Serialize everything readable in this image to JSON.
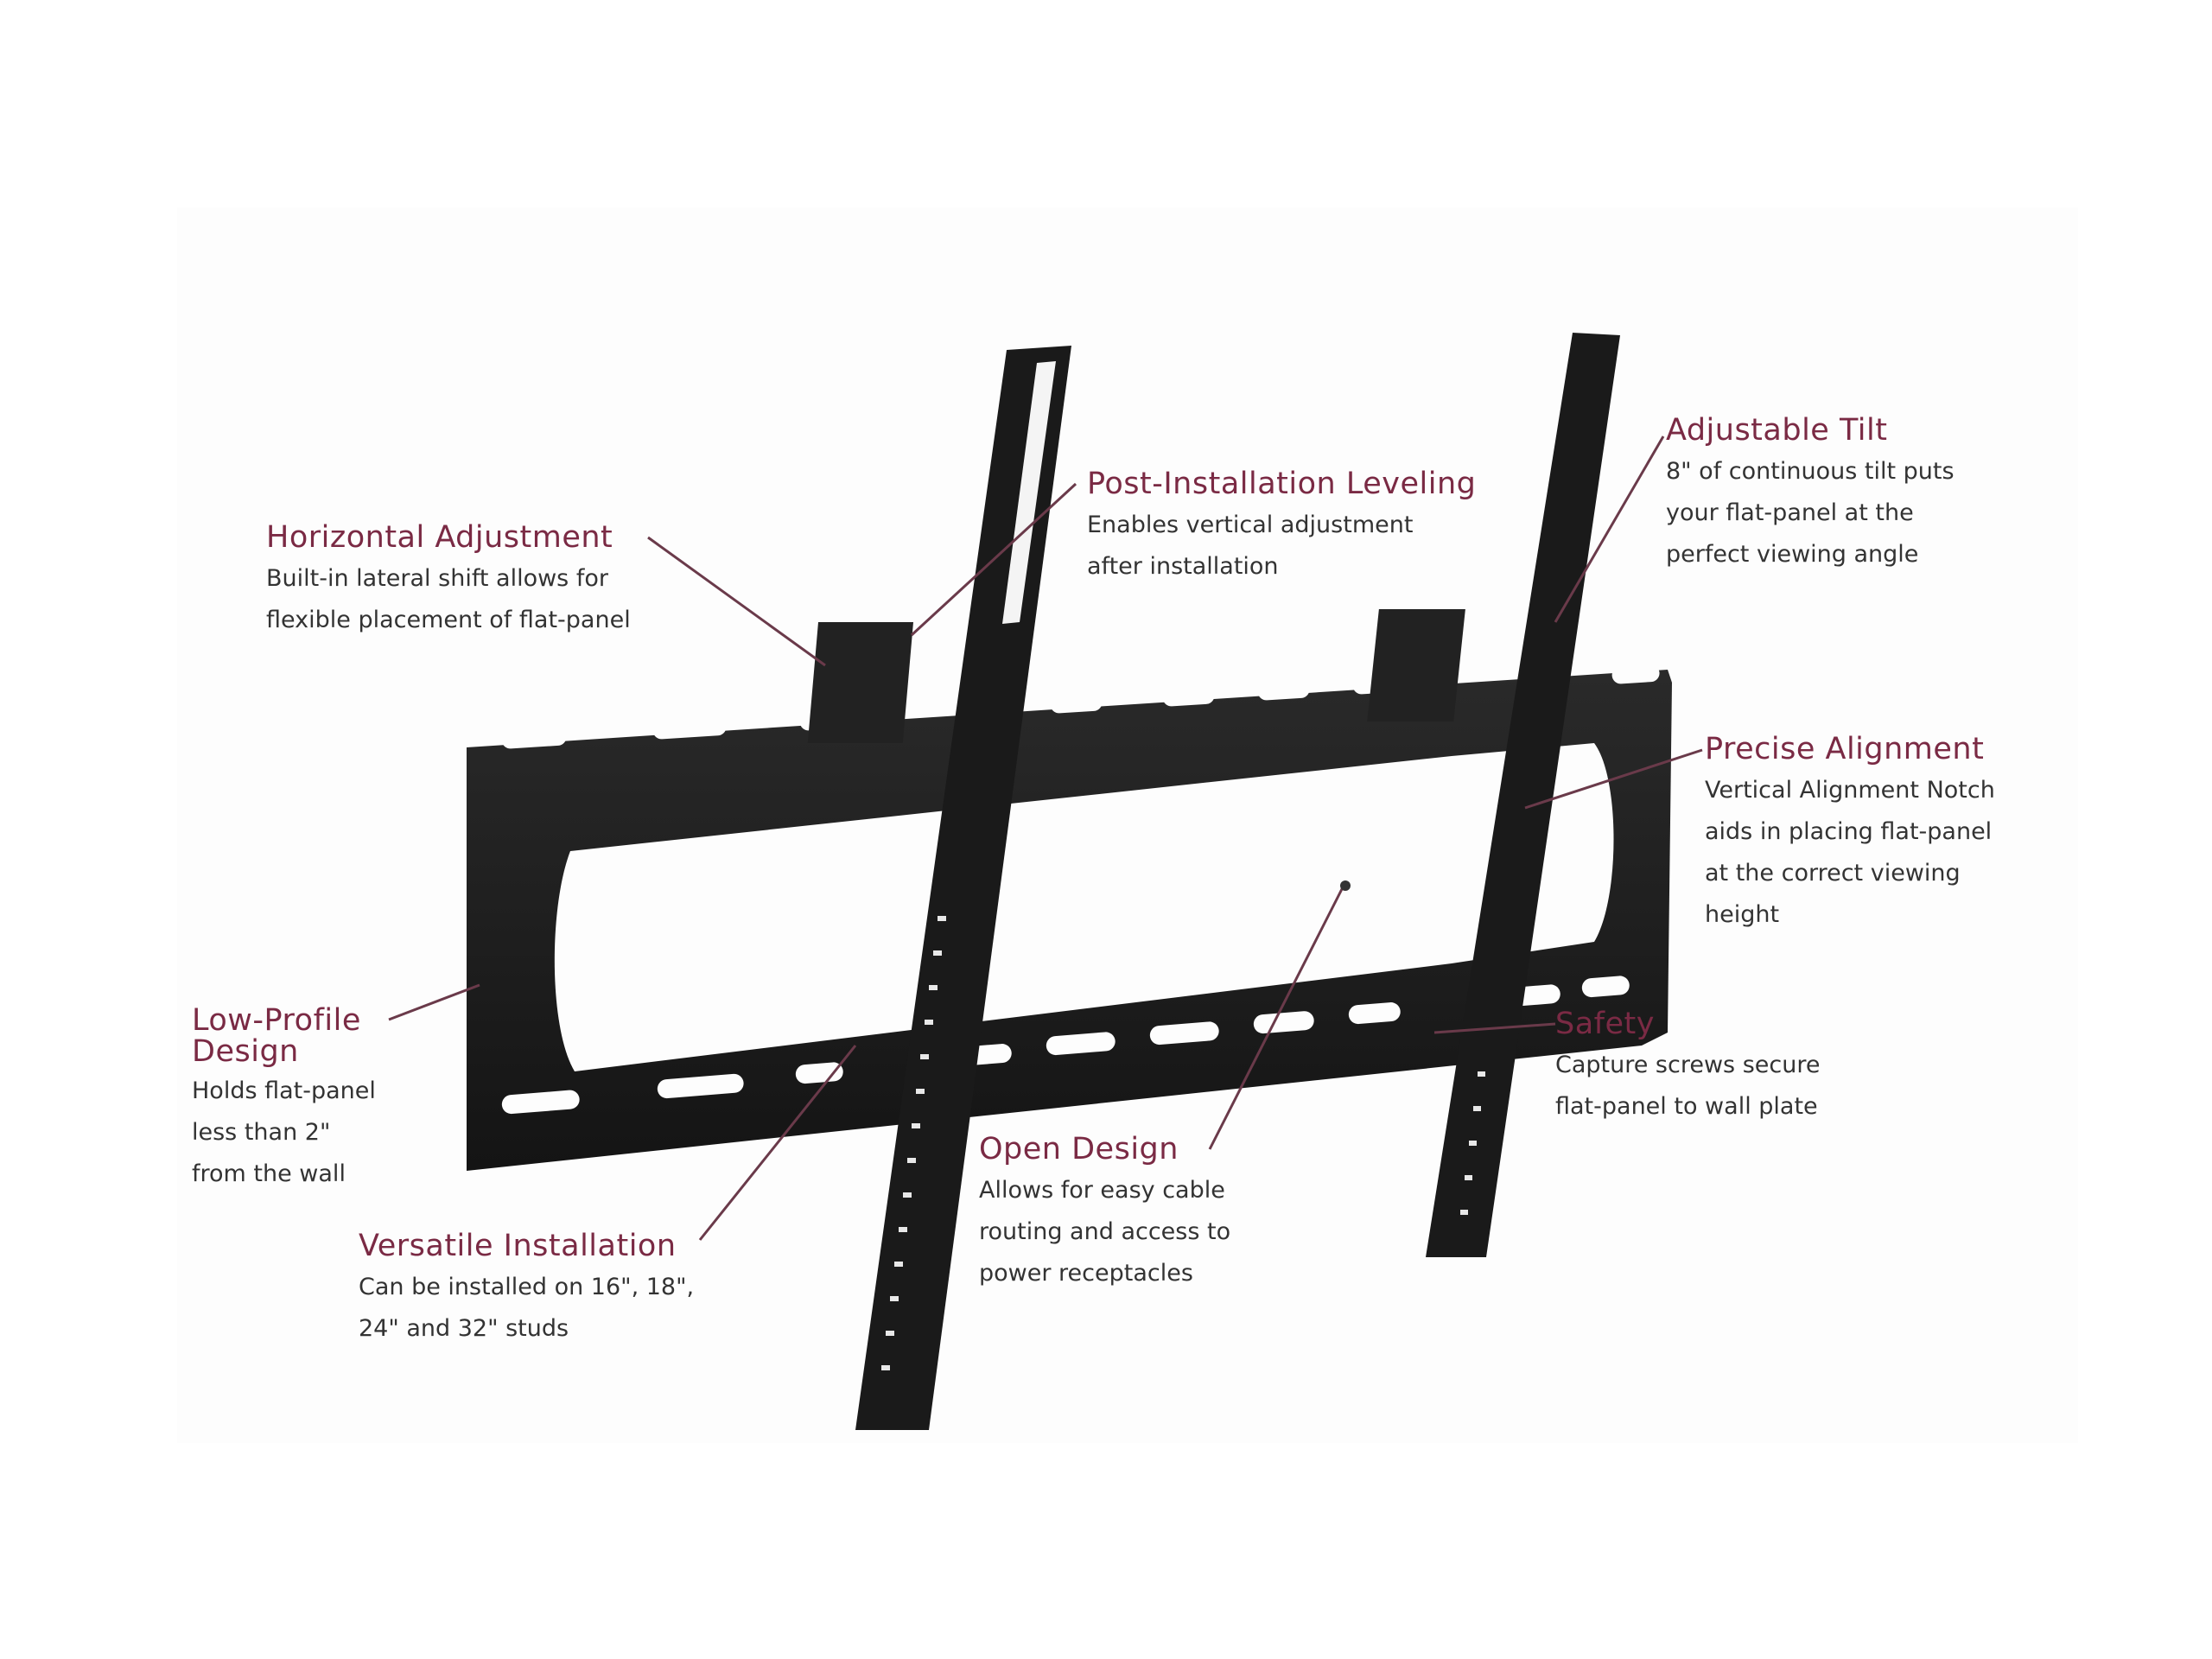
{
  "diagram": {
    "subject": "Tilting flat-panel TV wall mount",
    "colors": {
      "title_accent": "#7a2a44",
      "body_text": "#333333",
      "mount_metal": "#1c1c1c",
      "leader_line": "#6a3a4a",
      "background": "#ffffff"
    },
    "callouts": [
      {
        "id": "horizontal-adjustment",
        "title": "Horizontal Adjustment",
        "lines": [
          "Built-in lateral shift allows for",
          "flexible placement of flat-panel"
        ]
      },
      {
        "id": "post-installation-leveling",
        "title": "Post-Installation Leveling",
        "lines": [
          "Enables vertical adjustment",
          "after installation"
        ]
      },
      {
        "id": "adjustable-tilt",
        "title": "Adjustable Tilt",
        "lines": [
          "8\" of continuous tilt puts",
          "your flat-panel at the",
          "perfect viewing angle"
        ]
      },
      {
        "id": "precise-alignment",
        "title": "Precise Alignment",
        "lines": [
          "Vertical Alignment Notch",
          "aids in placing flat-panel",
          "at the correct viewing",
          "height"
        ]
      },
      {
        "id": "safety",
        "title": "Safety",
        "lines": [
          "Capture screws secure",
          "flat-panel to wall plate"
        ]
      },
      {
        "id": "open-design",
        "title": "Open Design",
        "lines": [
          "Allows for easy cable",
          "routing and access to",
          "power receptacles"
        ]
      },
      {
        "id": "versatile-installation",
        "title": "Versatile Installation",
        "lines": [
          "Can be installed on 16\", 18\",",
          "24\" and 32\" studs"
        ]
      },
      {
        "id": "low-profile-design",
        "title": "Low-Profile Design",
        "title_lines": [
          "Low-Profile",
          "Design"
        ],
        "lines": [
          "Holds flat-panel",
          "less than 2\"",
          "from the wall"
        ]
      }
    ]
  }
}
